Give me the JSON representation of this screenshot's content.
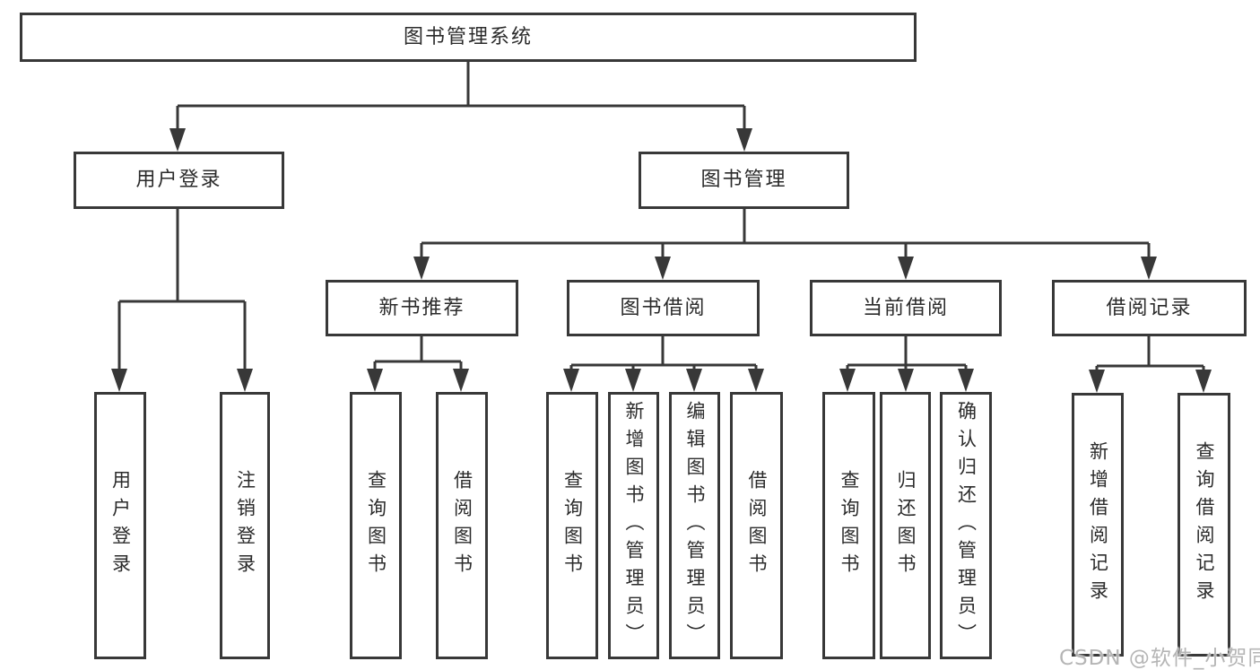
{
  "colors": {
    "line": "#383838",
    "node_text": "#2b2b2b",
    "watermark_text": "#b5b5b5",
    "background": "#ffffff"
  },
  "tree": {
    "label": "图书管理系统",
    "children": [
      {
        "label": "用户登录",
        "children": [
          {
            "label": "用户登录"
          },
          {
            "label": "注销登录"
          }
        ]
      },
      {
        "label": "图书管理",
        "children": [
          {
            "label": "新书推荐",
            "children": [
              {
                "label": "查询图书"
              },
              {
                "label": "借阅图书"
              }
            ]
          },
          {
            "label": "图书借阅",
            "children": [
              {
                "label": "查询图书"
              },
              {
                "label": "新增图书（管理员）"
              },
              {
                "label": "编辑图书（管理员）"
              },
              {
                "label": "借阅图书"
              }
            ]
          },
          {
            "label": "当前借阅",
            "children": [
              {
                "label": "查询图书"
              },
              {
                "label": "归还图书"
              },
              {
                "label": "确认归还（管理员）"
              }
            ]
          },
          {
            "label": "借阅记录",
            "children": [
              {
                "label": "新增借阅记录"
              },
              {
                "label": "查询借阅记录"
              }
            ]
          }
        ]
      }
    ]
  },
  "watermark": {
    "text": "CSDN @软件_小贺同学"
  }
}
